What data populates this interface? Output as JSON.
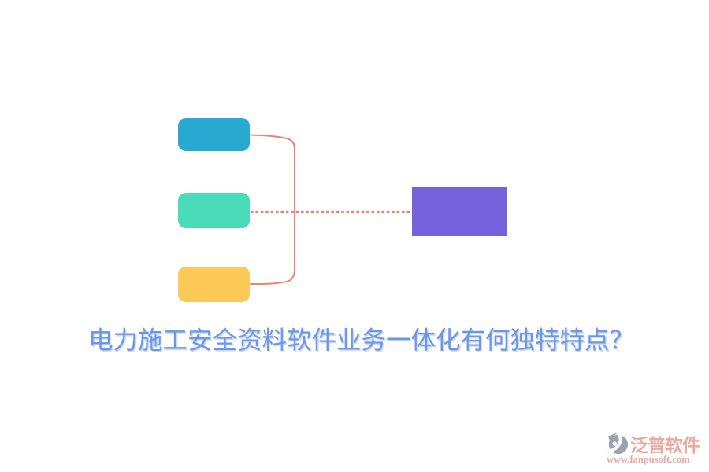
{
  "page": {
    "background_color": "#ffffff",
    "title": "电力施工安全资料软件业务一体化有何独特特点？",
    "title_color": "#6c96e8"
  },
  "diagram": {
    "boxes": {
      "top": {
        "color": "#27a9d1"
      },
      "middle": {
        "color": "#4adcb9"
      },
      "bottom": {
        "color": "#fdc958"
      },
      "right": {
        "color": "#7561db"
      }
    },
    "connector_color": "#f0806e"
  },
  "watermark": {
    "logo_icon": "fanpu-logo-icon",
    "logo_color": "#99a3b2",
    "brand_name": "泛普软件",
    "website": "www.fanpusoft.com",
    "text_color": "#eca89e"
  }
}
